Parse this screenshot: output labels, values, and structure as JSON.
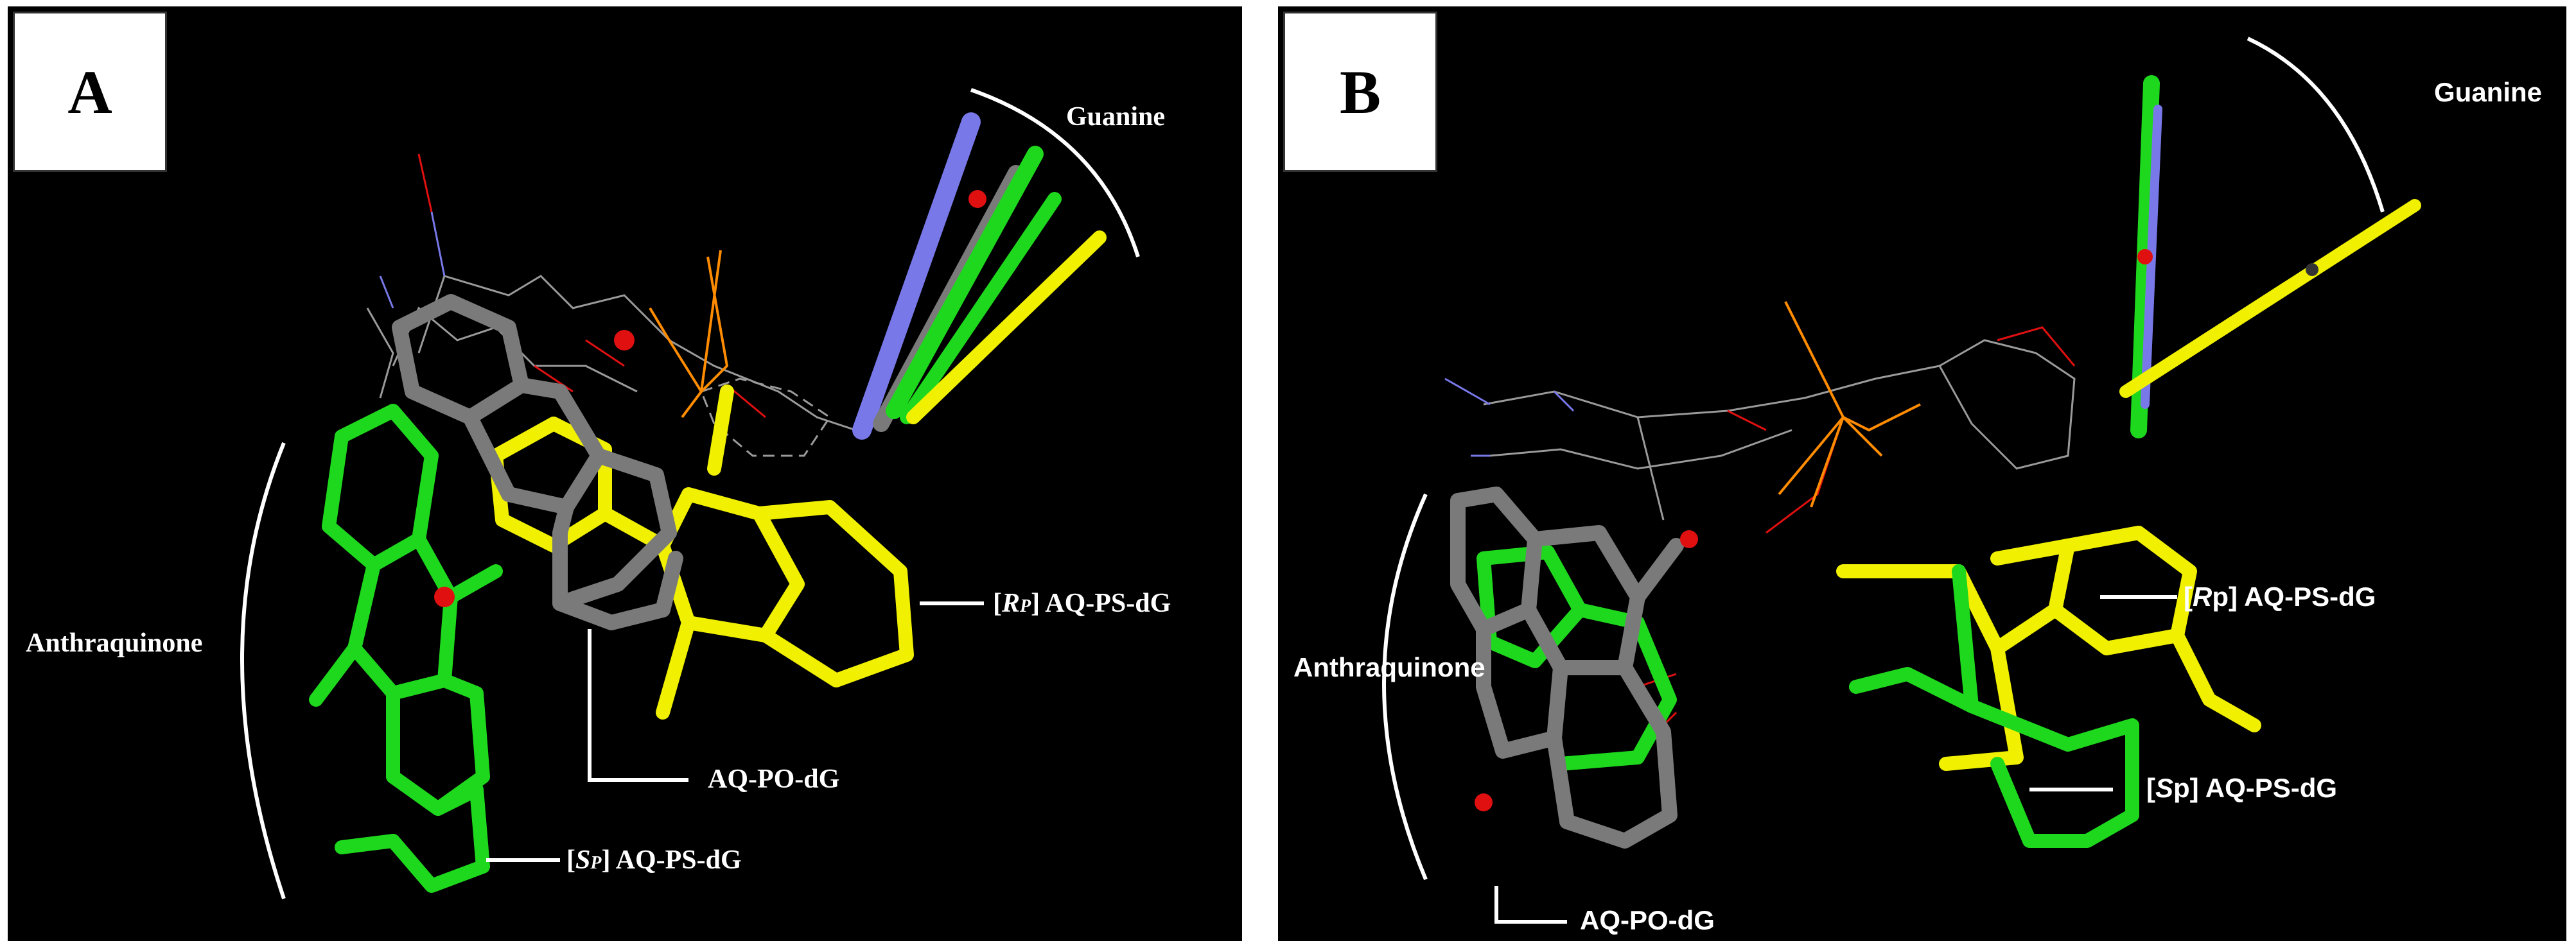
{
  "panels": [
    {
      "letter": "A",
      "labels": {
        "guanine": "Guanine",
        "anthraquinone": "Anthraquinone",
        "rp": {
          "open": "[",
          "atom": "R",
          "sub": "P",
          "rest": "] AQ-PS-dG"
        },
        "po": "AQ-PO-dG",
        "sp": {
          "open": "[",
          "atom": "S",
          "sub": "P",
          "rest": "] AQ-PS-dG"
        }
      }
    },
    {
      "letter": "B",
      "labels": {
        "guanine": "Guanine",
        "anthraquinone": "Anthraquinone",
        "rp": {
          "open": "[",
          "atom": "R",
          "rest": "p] AQ-PS-dG"
        },
        "sp": {
          "open": "[",
          "atom": "S",
          "rest": "p] AQ-PS-dG"
        },
        "po": "AQ-PO-dG"
      }
    }
  ],
  "colors": {
    "background": "#000000",
    "aq_po_dg": "#7a7a7a",
    "rp_aq_ps_dg": "#f0f000",
    "sp_aq_ps_dg": "#1ed81e",
    "oxygen": "#e01010",
    "nitrogen": "#7878e8",
    "phosphorus": "#ff8c00",
    "label": "#ffffff"
  }
}
